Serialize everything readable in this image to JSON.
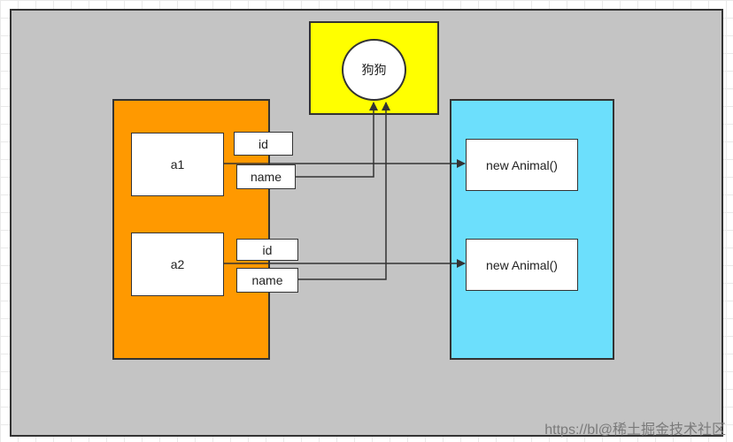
{
  "diagram": {
    "shared_object": {
      "label": "狗狗"
    },
    "variables": [
      {
        "name": "a1",
        "fields": {
          "id": "id",
          "name": "name"
        }
      },
      {
        "name": "a2",
        "fields": {
          "id": "id",
          "name": "name"
        }
      }
    ],
    "objects": [
      {
        "label": "new Animal()"
      },
      {
        "label": "new Animal()"
      }
    ],
    "colors": {
      "canvas": "#c4c4c4",
      "stack": "#ff9900",
      "heap": "#6cdffc",
      "string_pool": "#ffff00",
      "stroke": "#333333"
    }
  },
  "watermark": "https://bl@稀土掘金技术社区"
}
